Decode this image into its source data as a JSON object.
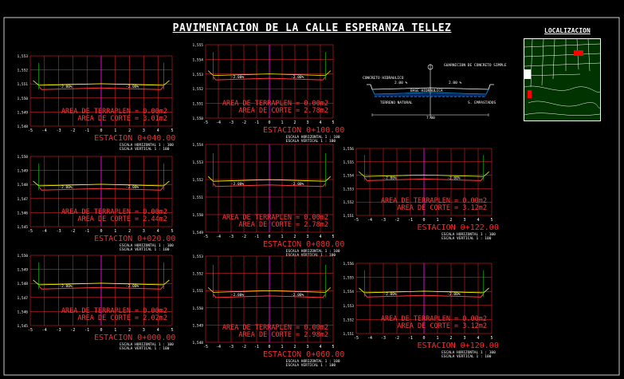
{
  "title": "PAVIMENTACION DE LA CALLE ESPERANZA TELLEZ",
  "localization_title": "LOCALIZACION",
  "colors": {
    "background": "#000000",
    "grid": "#ff2a2a",
    "axis_text": "#ffffff",
    "terrain": "#ffff00",
    "design": "#ff3b3b",
    "centerline": "#ff00ff",
    "station": "#ff2a2a",
    "labels": "#00ff00"
  },
  "typical_section": {
    "left_label": "CONCRETO HIDRAULICO",
    "top_label": "GUARNICION DE CONCRETO SIMPLE",
    "slope_left": "2.00 %",
    "slope_right": "2.00 %",
    "base_label": "BASE HIDRAULICA",
    "bottom_left": "TERRENO NATURAL",
    "bottom_right": "S. EMPASTADOS",
    "width": "7.00"
  },
  "x_ticks": [
    "-5",
    "-4",
    "-3",
    "-2",
    "-1",
    "0",
    "1",
    "2",
    "3",
    "4",
    "5"
  ],
  "sections": [
    {
      "id": "s040",
      "station": "ESTACION 0+040.00",
      "fill": "AREA DE TERRAPLEN = 0.00m2",
      "cut": "AREA DE CORTE = 3.01m2",
      "scale_h": "ESCALA HORIZONTAL 1 : 100",
      "scale_v": "ESCALA VERTICAL 1 : 100",
      "y_ticks": [
        "1,553",
        "1,552",
        "1,551",
        "1,550",
        "1,549",
        "1,548"
      ],
      "slope_l": "-2.00%",
      "slope_r": "-2.00%"
    },
    {
      "id": "s020",
      "station": "ESTACION 0+020.00",
      "fill": "AREA DE TERRAPLEN = 0.00m2",
      "cut": "AREA DE CORTE = 2.44m2",
      "scale_h": "ESCALA HORIZONTAL 1 : 100",
      "scale_v": "ESCALA VERTICAL 1 : 100",
      "y_ticks": [
        "1,550",
        "1,549",
        "1,548",
        "1,547",
        "1,546",
        "1,545"
      ],
      "slope_l": "-2.00%",
      "slope_r": "-2.00%"
    },
    {
      "id": "s000",
      "station": "ESTACION 0+000.00",
      "fill": "AREA DE TERRAPLEN = 0.00m2",
      "cut": "AREA DE CORTE = 2.02m2",
      "scale_h": "ESCALA HORIZONTAL 1 : 100",
      "scale_v": "ESCALA VERTICAL 1 : 100",
      "y_ticks": [
        "1,550",
        "1,549",
        "1,548",
        "1,547",
        "1,546",
        "1,545"
      ],
      "slope_l": "-2.00%",
      "slope_r": "-2.00%"
    },
    {
      "id": "s100",
      "station": "ESTACION 0+100.00",
      "fill": "AREA DE TERRAPLEN = 0.00m2",
      "cut": "AREA DE CORTE = 2.78m2",
      "scale_h": "ESCALA HORIZONTAL 1 : 100",
      "scale_v": "ESCALA VERTICAL 1 : 100",
      "y_ticks": [
        "1,555",
        "1,554",
        "1,553",
        "1,552",
        "1,551",
        "1,550"
      ],
      "slope_l": "-2.00%",
      "slope_r": "-2.00%"
    },
    {
      "id": "s080",
      "station": "ESTACION 0+080.00",
      "fill": "AREA DE TERRAPLEN = 0.00m2",
      "cut": "AREA DE CORTE = 2.78m2",
      "scale_h": "ESCALA HORIZONTAL 1 : 100",
      "scale_v": "ESCALA VERTICAL 1 : 100",
      "y_ticks": [
        "1,554",
        "1,553",
        "1,552",
        "1,551",
        "1,550",
        "1,549"
      ],
      "slope_l": "-2.00%",
      "slope_r": "-2.00%"
    },
    {
      "id": "s060",
      "station": "ESTACION 0+060.00",
      "fill": "AREA DE TERRAPLEN = 0.00m2",
      "cut": "AREA DE CORTE = 2.98m2",
      "scale_h": "ESCALA HORIZONTAL 1 : 100",
      "scale_v": "ESCALA VERTICAL 1 : 100",
      "y_ticks": [
        "1,553",
        "1,552",
        "1,551",
        "1,550",
        "1,549",
        "1,548"
      ],
      "slope_l": "-2.00%",
      "slope_r": "-2.00%"
    },
    {
      "id": "s122",
      "station": "ESTACION 0+122.00",
      "fill": "AREA DE TERRAPLEN = 0.00m2",
      "cut": "AREA DE CORTE = 3.12m2",
      "scale_h": "ESCALA HORIZONTAL 1 : 100",
      "scale_v": "ESCALA VERTICAL 1 : 100",
      "y_ticks": [
        "1,556",
        "1,555",
        "1,554",
        "1,553",
        "1,552",
        "1,551"
      ],
      "slope_l": "-2.00%",
      "slope_r": "-2.00%"
    },
    {
      "id": "s120",
      "station": "ESTACION 0+120.00",
      "fill": "AREA DE TERRAPLEN = 0.00m2",
      "cut": "AREA DE CORTE = 3.12m2",
      "scale_h": "ESCALA HORIZONTAL 1 : 100",
      "scale_v": "ESCALA VERTICAL 1 : 100",
      "y_ticks": [
        "1,556",
        "1,555",
        "1,554",
        "1,553",
        "1,552",
        "1,551"
      ],
      "slope_l": "-2.00%",
      "slope_r": "-2.00%"
    }
  ]
}
